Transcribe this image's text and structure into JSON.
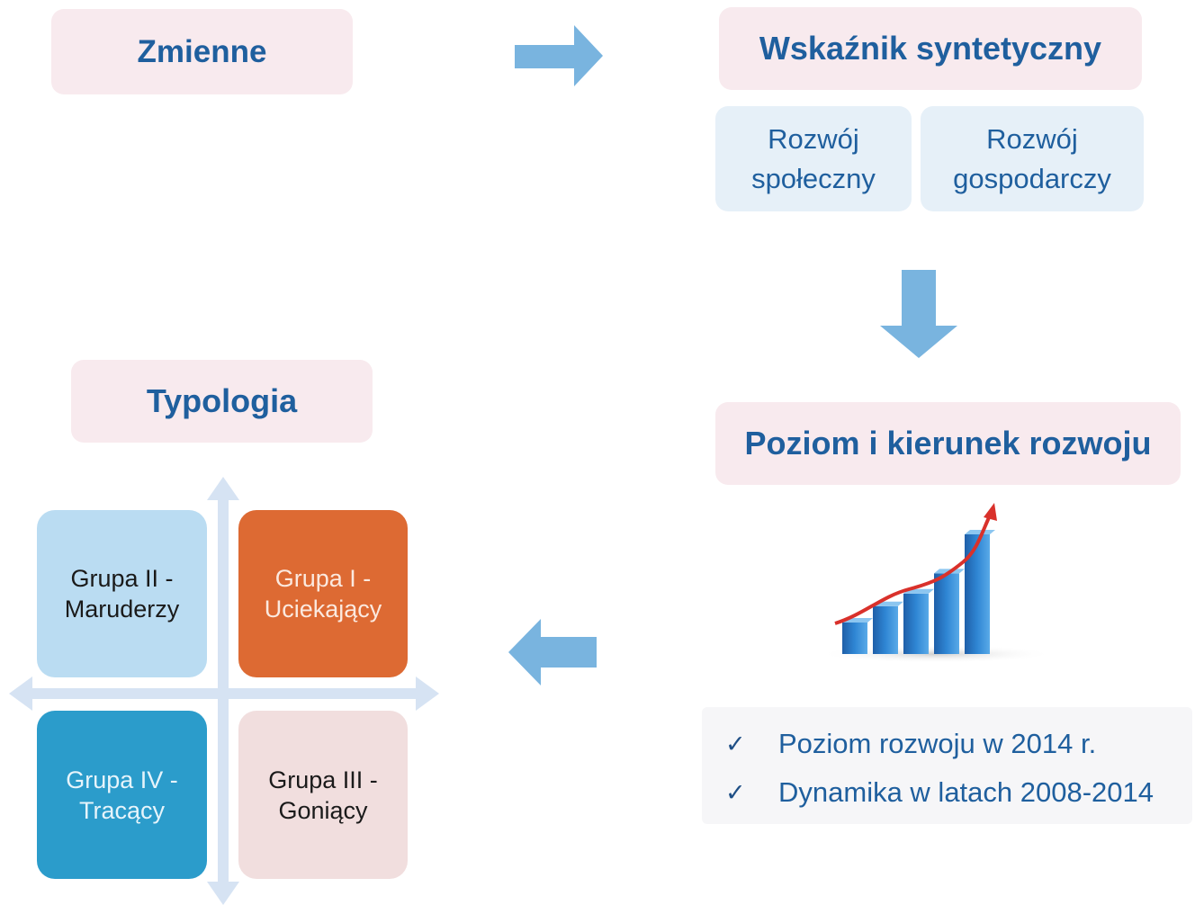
{
  "variables": {
    "label": "Zmienne"
  },
  "synthetic": {
    "label": "Wskaźnik syntetyczny",
    "components": [
      {
        "line1": "Rozwój",
        "line2": "społeczny"
      },
      {
        "line1": "Rozwój",
        "line2": "gospodarczy"
      }
    ]
  },
  "level": {
    "label": "Poziom i kierunek rozwoju"
  },
  "typology": {
    "label": "Typologia",
    "groups": [
      {
        "line1": "Grupa II -",
        "line2": "Maruderzy"
      },
      {
        "line1": "Grupa I -",
        "line2": "Uciekający"
      },
      {
        "line1": "Grupa IV -",
        "line2": "Tracący"
      },
      {
        "line1": "Grupa III -",
        "line2": "Goniący"
      }
    ]
  },
  "criteria": [
    "Poziom rozwoju w 2014 r.",
    "Dynamika w latach 2008-2014"
  ],
  "growth_chart": {
    "bar_levels": [
      0.25,
      0.38,
      0.48,
      0.64,
      0.95
    ]
  },
  "colors": {
    "accent": "#1f5f9e",
    "arrow": "#79b4df",
    "group_ii": "#badcf2",
    "group_i": "#dd6a33",
    "group_iv": "#2b9ccb",
    "group_iii": "#f1dede"
  }
}
